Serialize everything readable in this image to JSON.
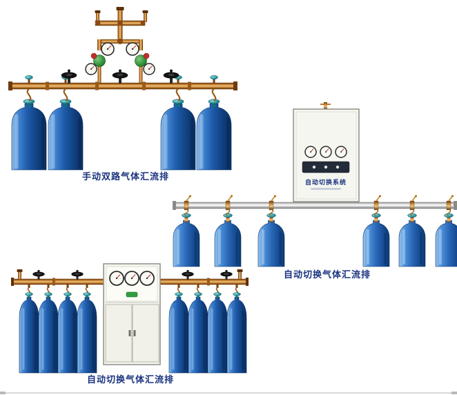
{
  "page": {
    "background": "#ffffff"
  },
  "products": [
    {
      "id": "manual-dual-gas-manifold",
      "caption": "手动双路气体汇流排",
      "cylinder_count": 4
    },
    {
      "id": "auto-switch-gas-manifold-wall",
      "caption": "自动切换气体汇流排",
      "cylinder_count": 6
    },
    {
      "id": "auto-switch-gas-manifold-cabinet",
      "caption": "自动切换气体汇流排",
      "cylinder_count": 8
    }
  ],
  "cabinet": {
    "panel_label": "自动切换系统"
  },
  "colors": {
    "caption_text": "#1b337f",
    "cylinder_blue": "#1f5cab",
    "copper_pipe": "#c07a2a",
    "aluminum_pipe": "#b5b5b5",
    "teal_valve": "#2a949c",
    "cabinet_body": "#f5f5ef",
    "regulator_green": "#2e8f34"
  }
}
